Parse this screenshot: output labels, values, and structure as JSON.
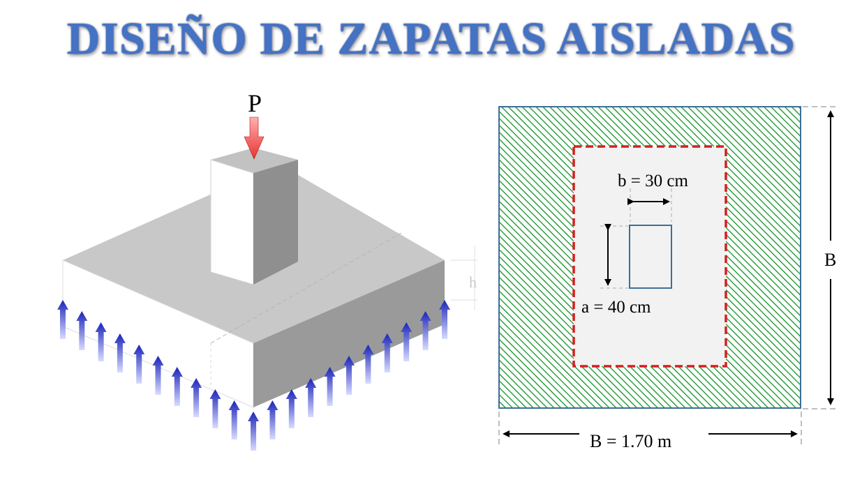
{
  "title": "DISEÑO DE ZAPATAS AISLADAS",
  "isometric": {
    "load_label": "P",
    "height_label": "h",
    "colors": {
      "top": "#c8c8c8",
      "front": "#ffffff",
      "side": "#999999",
      "load_arrow": "#e8332e",
      "soil_arrow": "#1a24b8"
    }
  },
  "plan": {
    "col_b_label": "b = 30 cm",
    "col_a_label": "a = 40 cm",
    "side_label": "B",
    "width_label": "B = 1.70 m",
    "colors": {
      "hatch": "#2ea043",
      "outline": "#3c6e96",
      "punching": "#d42020",
      "inner_fill": "#f2f2f2"
    }
  }
}
